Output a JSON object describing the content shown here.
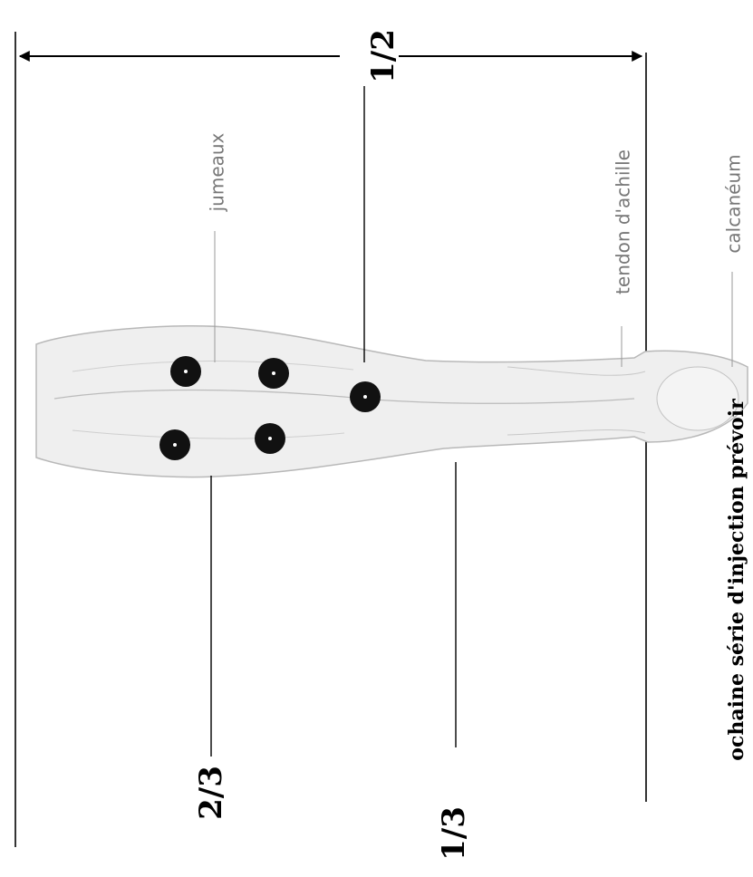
{
  "fractions": {
    "half": "1/2",
    "two_thirds": "2/3",
    "one_third": "1/3"
  },
  "anatomy": {
    "calves": "jumeaux",
    "achilles_tendon": "tendon d'achille",
    "calcaneus": "calcanéum"
  },
  "note": "ochaine série d'injection  prévoir",
  "injection_points": 5,
  "colors": {
    "ink": "#000000",
    "anatomy_label": "#777777",
    "leg": "#eeeeee"
  }
}
